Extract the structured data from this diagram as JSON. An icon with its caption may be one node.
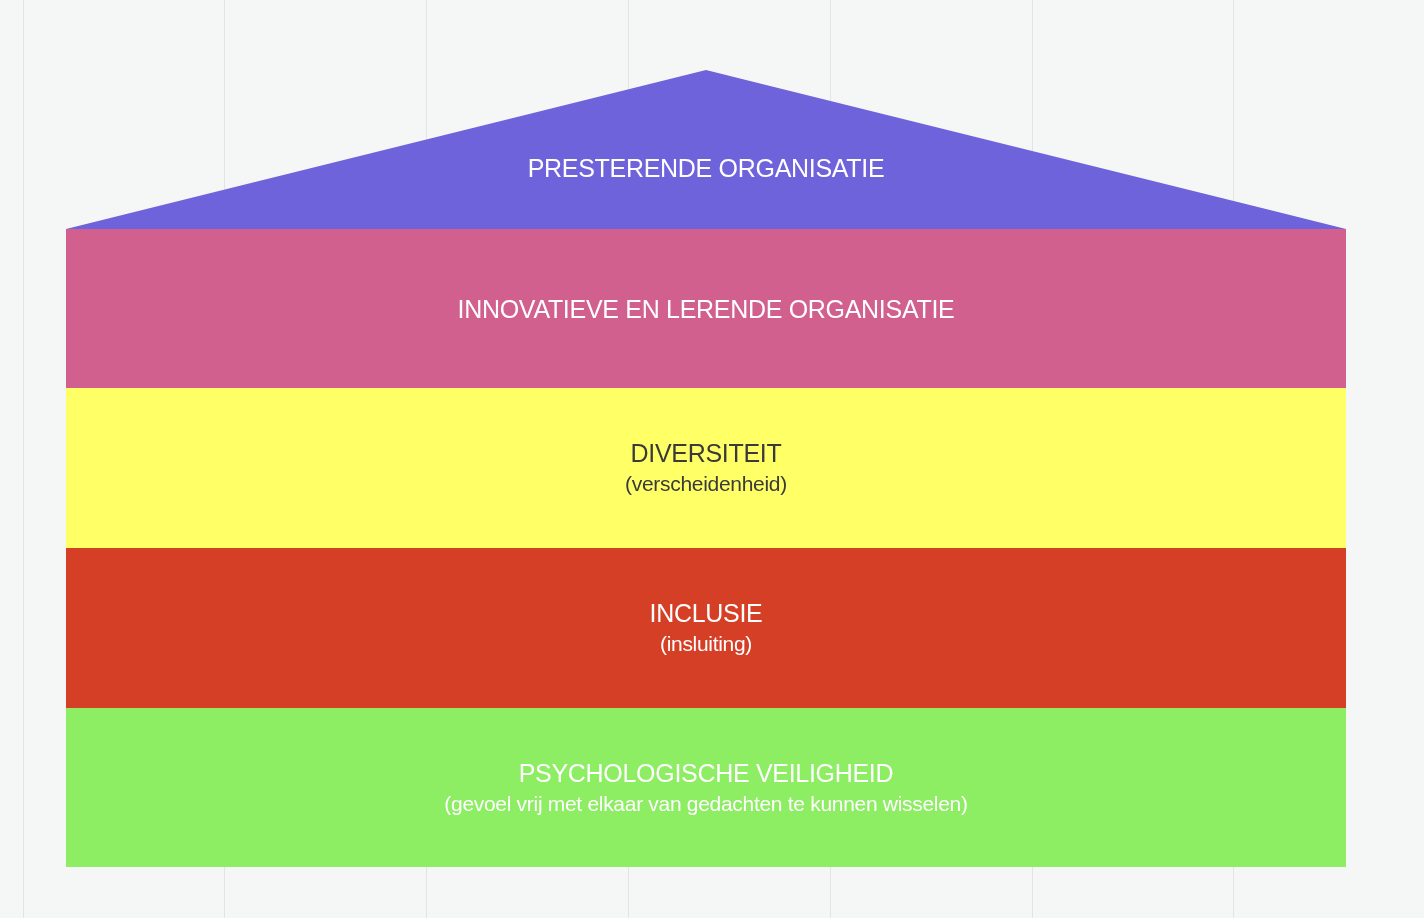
{
  "diagram": {
    "nodes": [
      {
        "text": [
          "PRESTERENDE ORGANISATIE"
        ]
      },
      {
        "text": [
          "INNOVATIEVE EN LERENDE ORGANISATIE"
        ]
      },
      {
        "text": [
          "DIVERSITEIT",
          "(verscheidenheid)"
        ]
      },
      {
        "text": [
          "INCLUSIE",
          "(insluiting)"
        ]
      },
      {
        "text": [
          "PSYCHOLOGISCHE VEILIGHEID",
          "(gevoel vrij met elkaar van gedachten te kunnen wisselen)"
        ]
      }
    ]
  }
}
